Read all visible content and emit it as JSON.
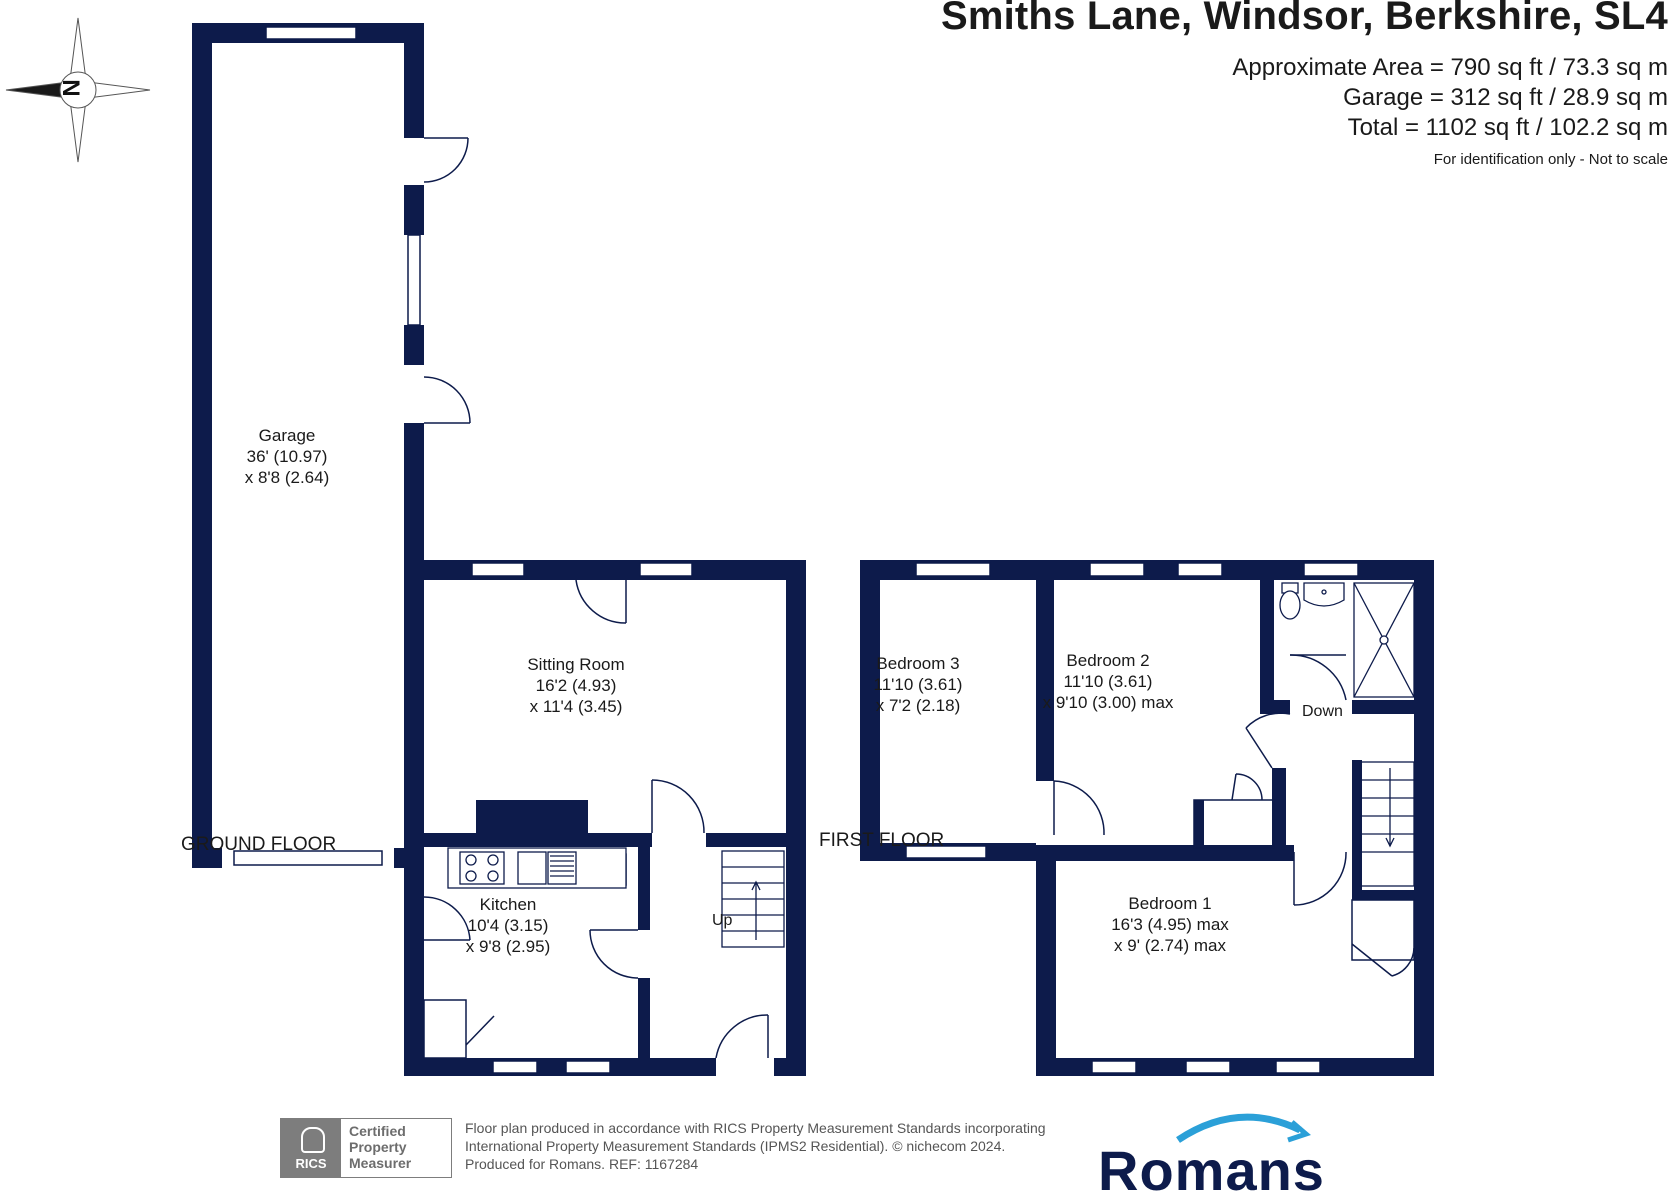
{
  "header": {
    "title": "Smiths Lane, Windsor, Berkshire, SL4",
    "area_main": "Approximate Area = 790 sq ft / 73.3 sq m",
    "area_garage": "Garage = 312 sq ft / 28.9 sq m",
    "area_total": "Total = 1102 sq ft / 102.2 sq m",
    "disclaimer": "For identification only - Not to scale"
  },
  "compass": {
    "letter": "N"
  },
  "floors": {
    "ground": "GROUND FLOOR",
    "first": "FIRST FLOOR"
  },
  "rooms": {
    "garage": {
      "name": "Garage",
      "dim1": "36' (10.97)",
      "dim2": "x 8'8 (2.64)"
    },
    "sitting": {
      "name": "Sitting Room",
      "dim1": "16'2 (4.93)",
      "dim2": "x 11'4 (3.45)"
    },
    "kitchen": {
      "name": "Kitchen",
      "dim1": "10'4 (3.15)",
      "dim2": "x 9'8 (2.95)"
    },
    "bedroom3": {
      "name": "Bedroom 3",
      "dim1": "11'10 (3.61)",
      "dim2": "x 7'2 (2.18)"
    },
    "bedroom2": {
      "name": "Bedroom 2",
      "dim1": "11'10 (3.61)",
      "dim2": "x 9'10 (3.00) max"
    },
    "bedroom1": {
      "name": "Bedroom 1",
      "dim1": "16'3 (4.95) max",
      "dim2": "x 9' (2.74) max"
    }
  },
  "stairs": {
    "up": "Up",
    "down": "Down"
  },
  "badge": {
    "logo": "RICS",
    "line1": "Certified",
    "line2": "Property",
    "line3": "Measurer"
  },
  "footnote": {
    "line1": "Floor plan produced in accordance with RICS Property Measurement Standards incorporating",
    "line2": "International Property Measurement Standards (IPMS2 Residential).  © nichecom 2024.",
    "line3": "Produced for Romans.   REF: 1167284"
  },
  "brand": "Romans",
  "colors": {
    "wall": "#0d1b4b",
    "text": "#1a1a1a",
    "badge": "#7d7d7d",
    "brand_arrow": "#2ba0d8"
  }
}
